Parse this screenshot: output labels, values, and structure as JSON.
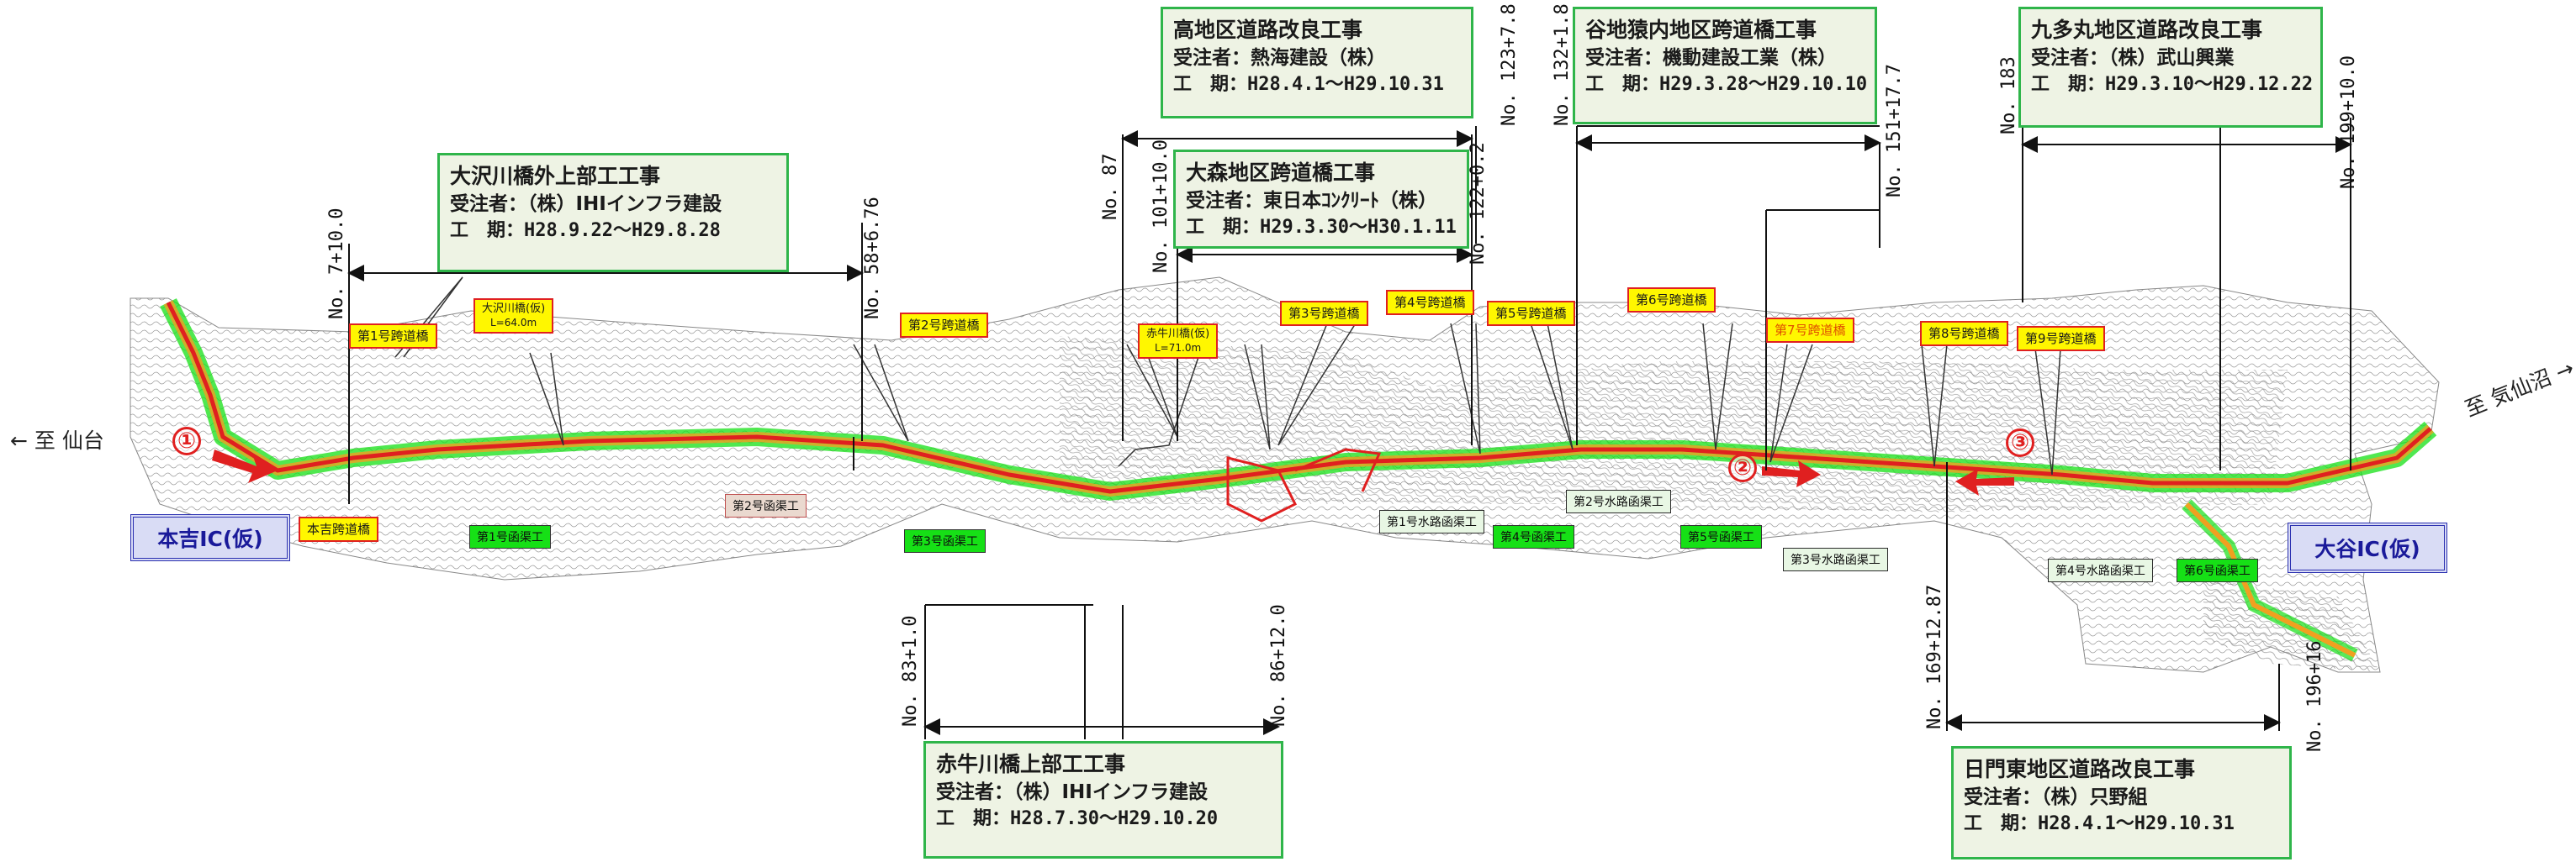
{
  "contracts": [
    {
      "id": "osawa",
      "title": "大沢川橋外上部工工事",
      "contractor": "受注者：（株）IHIインフラ建設",
      "period": "工　期：H28.9.22～H29.8.28"
    },
    {
      "id": "takachi",
      "title": "高地区道路改良工事",
      "contractor": "受注者：熱海建設（株）",
      "period": "工　期：H28.4.1～H29.10.31"
    },
    {
      "id": "omori",
      "title": "大森地区跨道橋工事",
      "contractor": "受注者：東日本ｺﾝｸﾘｰﾄ（株）",
      "period": "工　期：H29.3.30～H30.1.11"
    },
    {
      "id": "tanichi",
      "title": "谷地猿内地区跨道橋工事",
      "contractor": "受注者：機動建設工業（株）",
      "period": "工　期：H29.3.28～H29.10.10"
    },
    {
      "id": "kutamaru",
      "title": "九多丸地区道路改良工事",
      "contractor": "受注者：（株）武山興業",
      "period": "工　期：H29.3.10～H29.12.22"
    },
    {
      "id": "akaushi",
      "title": "赤牛川橋上部工工事",
      "contractor": "受注者：（株）IHIインフラ建設",
      "period": "工　期：H28.7.30～H29.10.20"
    },
    {
      "id": "hikado",
      "title": "日門東地区道路改良工事",
      "contractor": "受注者：（株）只野組",
      "period": "工　期：H28.4.1～H29.10.31"
    }
  ],
  "interchanges": {
    "motoyoshi": "本吉IC(仮)",
    "oya": "大谷IC(仮)"
  },
  "destinations": {
    "sendai": "← 至 仙台",
    "kesennuma": "至 気仙沼 →"
  },
  "markers": [
    "①",
    "②",
    "③"
  ],
  "stations": {
    "s7": "No. 7+10.0",
    "s58": "No. 58+6.76",
    "s83": "No. 83+1.0",
    "s86": "No. 86+12.0",
    "s87": "No. 87",
    "s101": "No. 101+10.0",
    "s122": "No. 122+0.2",
    "s123": "No. 123+7.8",
    "s132": "No. 132+1.8",
    "s151": "No. 151+17.7",
    "s169": "No. 169+12.87",
    "s183": "No. 183",
    "s196": "No. 196+16",
    "s199": "No. 199+10.0"
  },
  "bridges": {
    "b1": "第1号跨道橋",
    "osawa": "大沢川橋(仮)",
    "osawa_len": "L=64.0m",
    "b2": "第2号跨道橋",
    "motoyoshi": "本吉跨道橋",
    "akaushi": "赤牛川橋(仮)",
    "akaushi_len": "L=71.0m",
    "b3": "第3号跨道橋",
    "b4": "第4号跨道橋",
    "b5": "第5号跨道橋",
    "b6": "第6号跨道橋",
    "b7": "第7号跨道橋",
    "b8": "第8号跨道橋",
    "b9": "第9号跨道橋"
  },
  "culverts": {
    "c1": "第1号函渠工",
    "c2": "第2号函渠工",
    "c3": "第3号函渠工",
    "c4": "第4号函渠工",
    "c5": "第5号函渠工",
    "c6": "第6号函渠工",
    "w1": "第1号水路函渠工",
    "w2": "第2号水路函渠工",
    "w3": "第3号水路函渠工",
    "w4": "第4号水路函渠工"
  },
  "colors": {
    "road": "#e02020",
    "earthwork": "#16e016",
    "cut": "#f0a020",
    "contour": "#9a9a9a",
    "box_border": "#2fb54a"
  }
}
